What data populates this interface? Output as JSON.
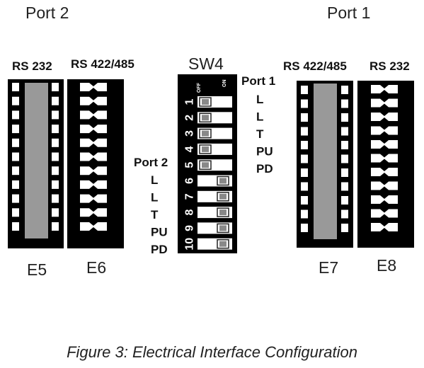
{
  "ports": {
    "left": "Port 2",
    "right": "Port 1"
  },
  "jumpers": {
    "e5": {
      "header": "RS 232",
      "name": "E5"
    },
    "e6": {
      "header": "RS 422/485",
      "name": "E6"
    },
    "e7": {
      "header": "RS 422/485",
      "name": "E7"
    },
    "e8": {
      "header": "RS 232",
      "name": "E8"
    }
  },
  "sw4": {
    "title": "SW4",
    "off_label": "OFF",
    "on_label": "ON",
    "switch_numbers": [
      "1",
      "2",
      "3",
      "4",
      "5",
      "6",
      "7",
      "8",
      "9",
      "10"
    ],
    "switch_states": [
      "off",
      "off",
      "off",
      "off",
      "off",
      "on",
      "on",
      "on",
      "on",
      "on"
    ]
  },
  "port1_side": {
    "heading": "Port 1",
    "labels": [
      "L",
      "L",
      "T",
      "PU",
      "PD"
    ]
  },
  "port2_side": {
    "heading": "Port 2",
    "labels": [
      "L",
      "L",
      "T",
      "PU",
      "PD"
    ]
  },
  "caption": "Figure 3: Electrical Interface Configuration"
}
